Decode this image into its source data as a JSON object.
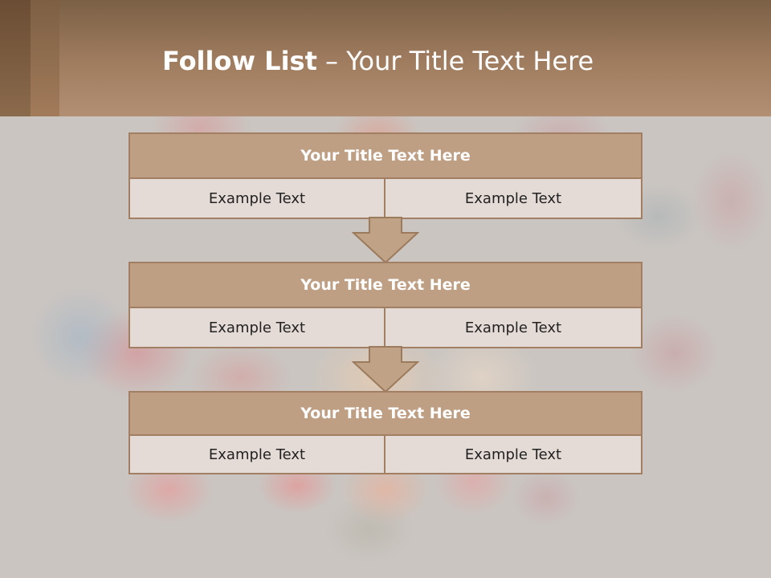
{
  "slide": {
    "title_bold": "Follow List",
    "title_rest": " – Your Title Text Here"
  },
  "blocks": [
    {
      "title": "Your Title Text Here",
      "left": "Example Text",
      "right": "Example Text"
    },
    {
      "title": "Your Title Text Here",
      "left": "Example Text",
      "right": "Example Text"
    },
    {
      "title": "Your Title Text Here",
      "left": "Example Text",
      "right": "Example Text"
    }
  ],
  "colors": {
    "header": "#a17d60",
    "block_title_fill": "#bf9f84",
    "block_cell_fill": "#e4dbd6",
    "border": "#a27f62",
    "arrow_fill": "#c0a387"
  },
  "icons": {
    "connector": "down-arrow-icon"
  }
}
